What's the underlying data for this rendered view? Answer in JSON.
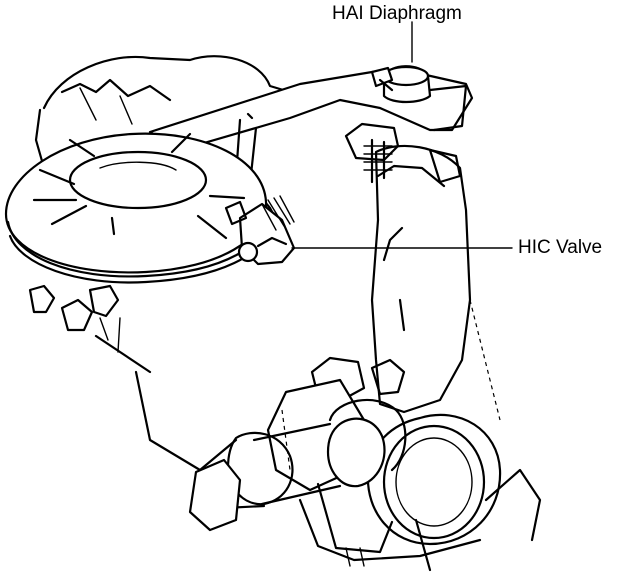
{
  "labels": {
    "hai_diaphragm": "HAI Diaphragm",
    "hic_valve": "HIC Valve"
  },
  "icons": [
    "engine-block",
    "air-cleaner",
    "hai-diaphragm-unit",
    "hic-valve-unit",
    "drive-belt-pulleys"
  ]
}
